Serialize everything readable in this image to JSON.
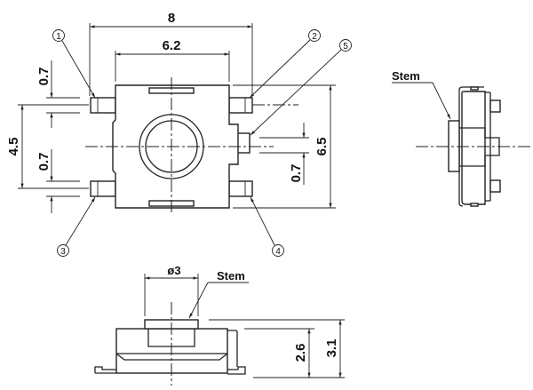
{
  "top_view": {
    "dim_overall_width": "8",
    "dim_body_width": "6.2",
    "dim_pin_pitch": "4.5",
    "dim_body_height": "6.5",
    "dim_pin_width_top_left": "0.7",
    "dim_pin_width_bottom_left": "0.7",
    "dim_pin_width_right": "0.7",
    "pin_labels": [
      "1",
      "2",
      "3",
      "4",
      "5"
    ]
  },
  "side_view": {
    "stem_label": "Stem"
  },
  "front_view": {
    "stem_label": "Stem",
    "dim_stem_diameter": "ø3",
    "dim_body_height": "2.6",
    "dim_total_height": "3.1"
  }
}
